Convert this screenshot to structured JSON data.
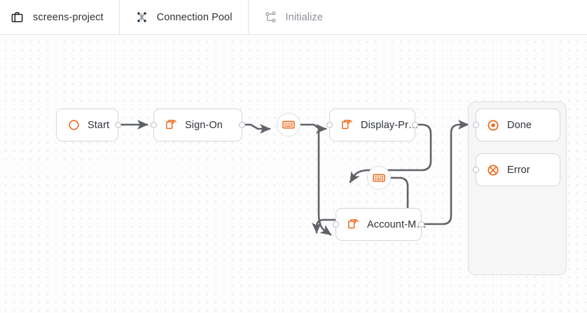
{
  "tabbar": {
    "tabs": [
      {
        "label": "screens-project",
        "icon": "briefcase-icon",
        "active": true
      },
      {
        "label": "Connection Pool",
        "icon": "network-hub-icon",
        "active": true
      },
      {
        "label": "Initialize",
        "icon": "workflow-branch-icon",
        "active": false
      }
    ]
  },
  "colors": {
    "accent": "#ec6a1e",
    "node_border": "#d5d7dc",
    "edge": "#5f6368",
    "text": "#2e3238",
    "muted_text": "#8b9098",
    "canvas_bg": "#fdfdfd",
    "dot": "#e6e2e4",
    "group_bg": "#f6f6f7"
  },
  "canvas": {
    "nodes": [
      {
        "id": "start",
        "label": "Start",
        "icon": "circle-outline-icon",
        "type": "rect"
      },
      {
        "id": "signon",
        "label": "Sign-On",
        "icon": "screen-out-icon",
        "type": "rect"
      },
      {
        "id": "kbd1",
        "label": "",
        "icon": "keyboard-icon",
        "type": "circle"
      },
      {
        "id": "displaypr",
        "label": "Display-Pr…",
        "icon": "screen-out-icon",
        "type": "rect"
      },
      {
        "id": "kbd2",
        "label": "",
        "icon": "keyboard-icon",
        "type": "circle"
      },
      {
        "id": "accountm",
        "label": "Account-M…",
        "icon": "screen-out-icon",
        "type": "rect"
      },
      {
        "id": "done",
        "label": "Done",
        "icon": "stop-circle-icon",
        "type": "rect"
      },
      {
        "id": "error",
        "label": "Error",
        "icon": "x-circle-icon",
        "type": "rect"
      }
    ],
    "group": {
      "id": "end-group",
      "label": ""
    }
  }
}
